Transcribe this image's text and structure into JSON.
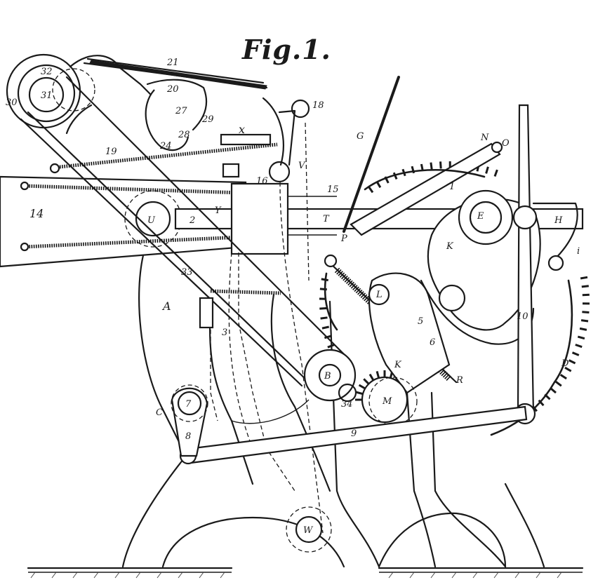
{
  "figure": {
    "title": "Fig.1."
  },
  "labels": {
    "l21": "21",
    "l32": "32",
    "l31": "31",
    "l30": "30",
    "l20": "20",
    "l27": "27",
    "l29": "29",
    "l28": "28",
    "l24": "24",
    "l19": "19",
    "l18": "18",
    "lx": "x",
    "lV": "V",
    "lG": "G",
    "lN": "N",
    "lO": "O",
    "l1": "1",
    "l16": "16",
    "l15": "15",
    "l14": "14",
    "lU": "U",
    "l2": "2",
    "lY": "Y",
    "lT": "T",
    "lE": "E",
    "lH": "H",
    "li": "i",
    "lK": "K",
    "lP": "P",
    "lL": "L",
    "l33": "33",
    "lA": "A",
    "l3": "3",
    "l5": "5",
    "l6": "6",
    "l10": "10",
    "lB": "B",
    "lD": "D",
    "lM": "M",
    "l34": "34",
    "lC": "C",
    "l7": "7",
    "l8": "8",
    "l9": "9",
    "lW": "W",
    "lR": "R"
  }
}
